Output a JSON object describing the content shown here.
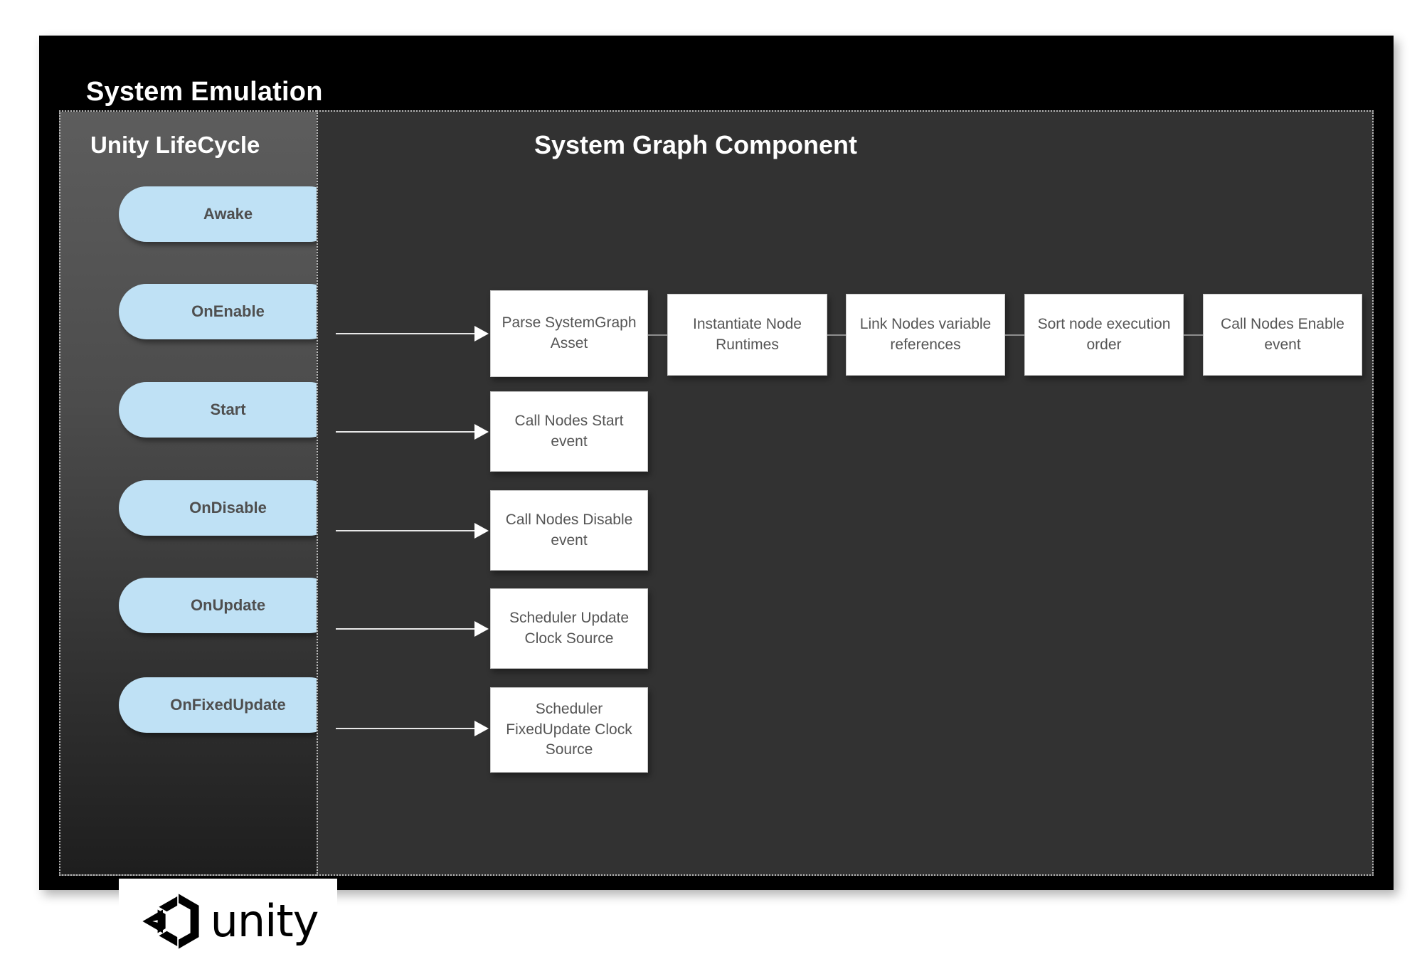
{
  "diagram": {
    "title": "System Emulation",
    "colors": {
      "frame_bg": "#000000",
      "lifecycle_panel_bg": "#4c4c4c",
      "graph_panel_bg": "#323232",
      "pill_fill": "#bfe1f5",
      "pill_text": "#4f4f4f",
      "box_fill": "#ffffff",
      "box_text": "#555555",
      "arrow": "#ffffff",
      "panel_border": "#b9b9b9"
    }
  },
  "lifecycle_panel": {
    "title": "Unity LifeCycle",
    "pills": [
      {
        "label": "Awake"
      },
      {
        "label": "OnEnable"
      },
      {
        "label": "Start"
      },
      {
        "label": "OnDisable"
      },
      {
        "label": "OnUpdate"
      },
      {
        "label": "OnFixedUpdate"
      }
    ],
    "logo": {
      "name": "unity-logo",
      "wordmark": "unity"
    }
  },
  "graph_panel": {
    "title": "System Graph Component",
    "enable_chain": [
      {
        "label": "Parse SystemGraph Asset"
      },
      {
        "label": "Instantiate Node Runtimes"
      },
      {
        "label": "Link Nodes variable references"
      },
      {
        "label": "Sort node execution order"
      },
      {
        "label": "Call Nodes Enable event"
      }
    ],
    "single_boxes": [
      {
        "label": "Call Nodes Start event"
      },
      {
        "label": "Call Nodes Disable event"
      },
      {
        "label": "Scheduler Update Clock Source"
      },
      {
        "label": "Scheduler FixedUpdate Clock Source"
      }
    ]
  }
}
